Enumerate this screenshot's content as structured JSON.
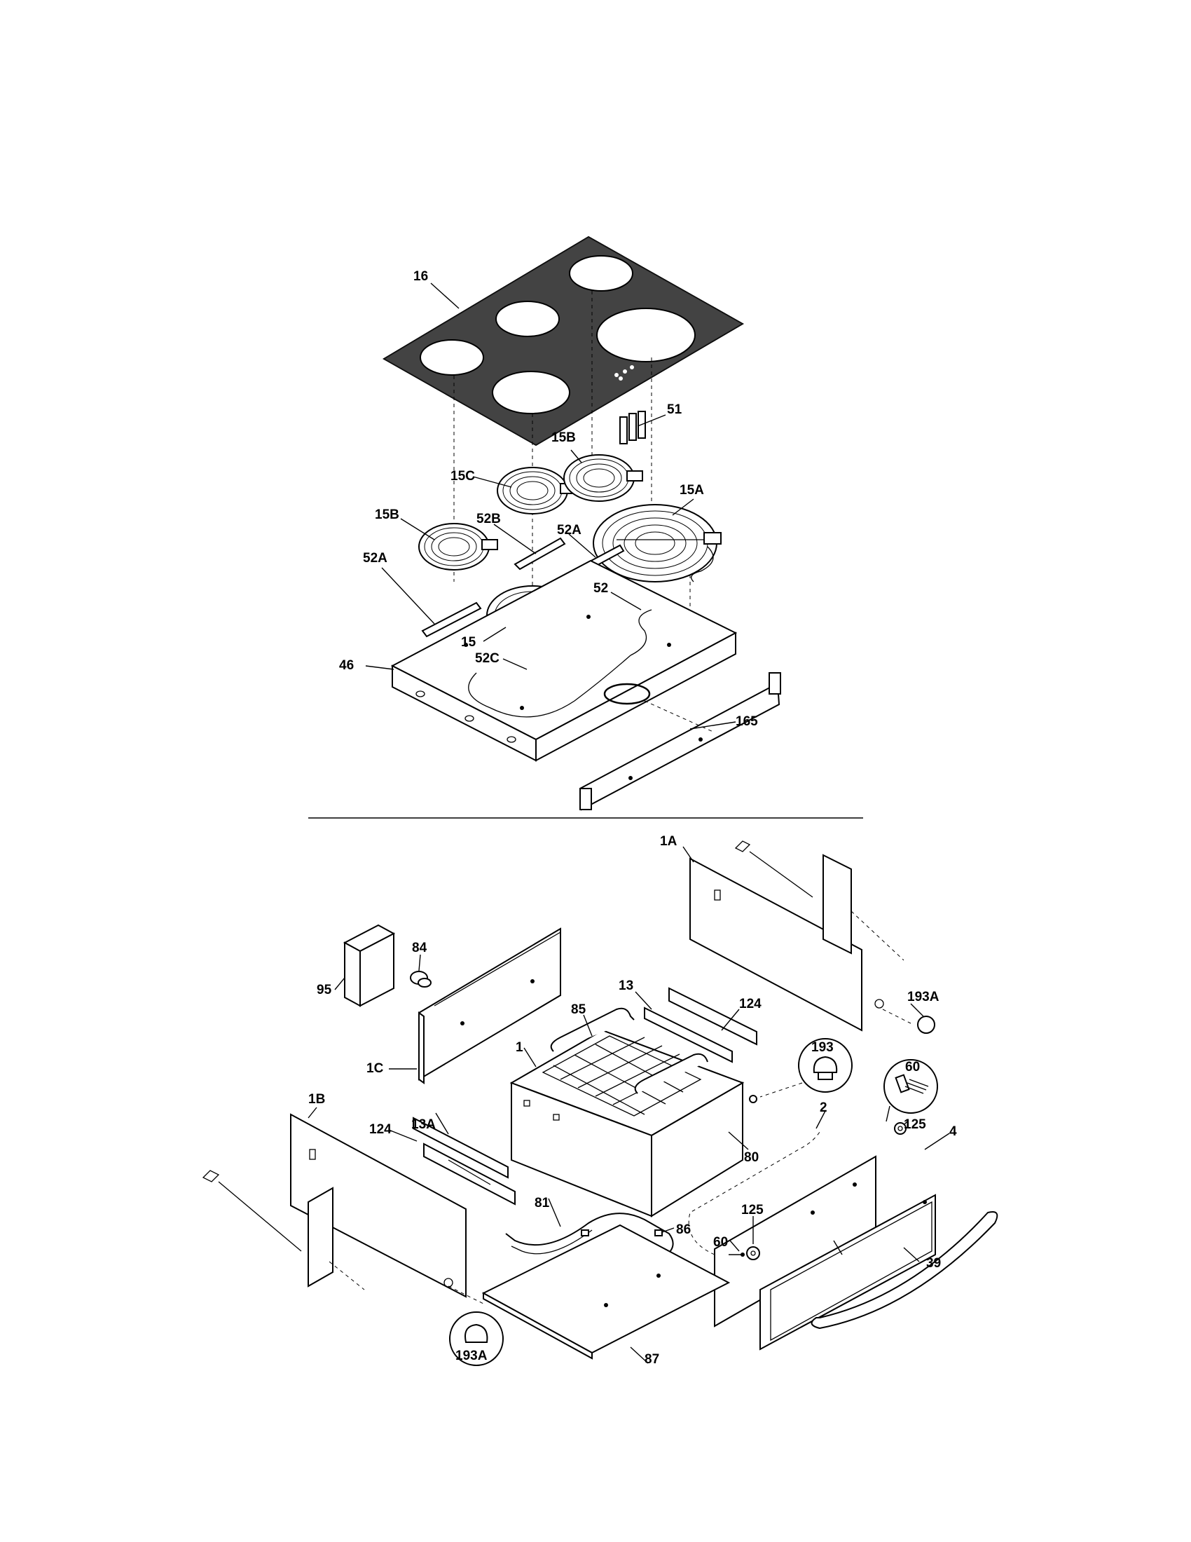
{
  "callouts": {
    "c16": "16",
    "c51": "51",
    "c15B_top": "15B",
    "c15C": "15C",
    "c15A": "15A",
    "c15B_left": "15B",
    "c52B": "52B",
    "c52A_right": "52A",
    "c52A_left": "52A",
    "c52": "52",
    "c15": "15",
    "c52C": "52C",
    "c46": "46",
    "c165": "165",
    "c1A": "1A",
    "c84": "84",
    "c95": "95",
    "c13": "13",
    "c124_right": "124",
    "c85": "85",
    "c1": "1",
    "c193": "193",
    "c193A_right": "193A",
    "c60_circle": "60",
    "c1C": "1C",
    "c1B": "1B",
    "c13A": "13A",
    "c124_left": "124",
    "c2": "2",
    "c125_top": "125",
    "c4": "4",
    "c80": "80",
    "c81": "81",
    "c125_low": "125",
    "c86": "86",
    "c60_low": "60",
    "c39": "39",
    "c193A_bottom": "193A",
    "c87": "87"
  }
}
